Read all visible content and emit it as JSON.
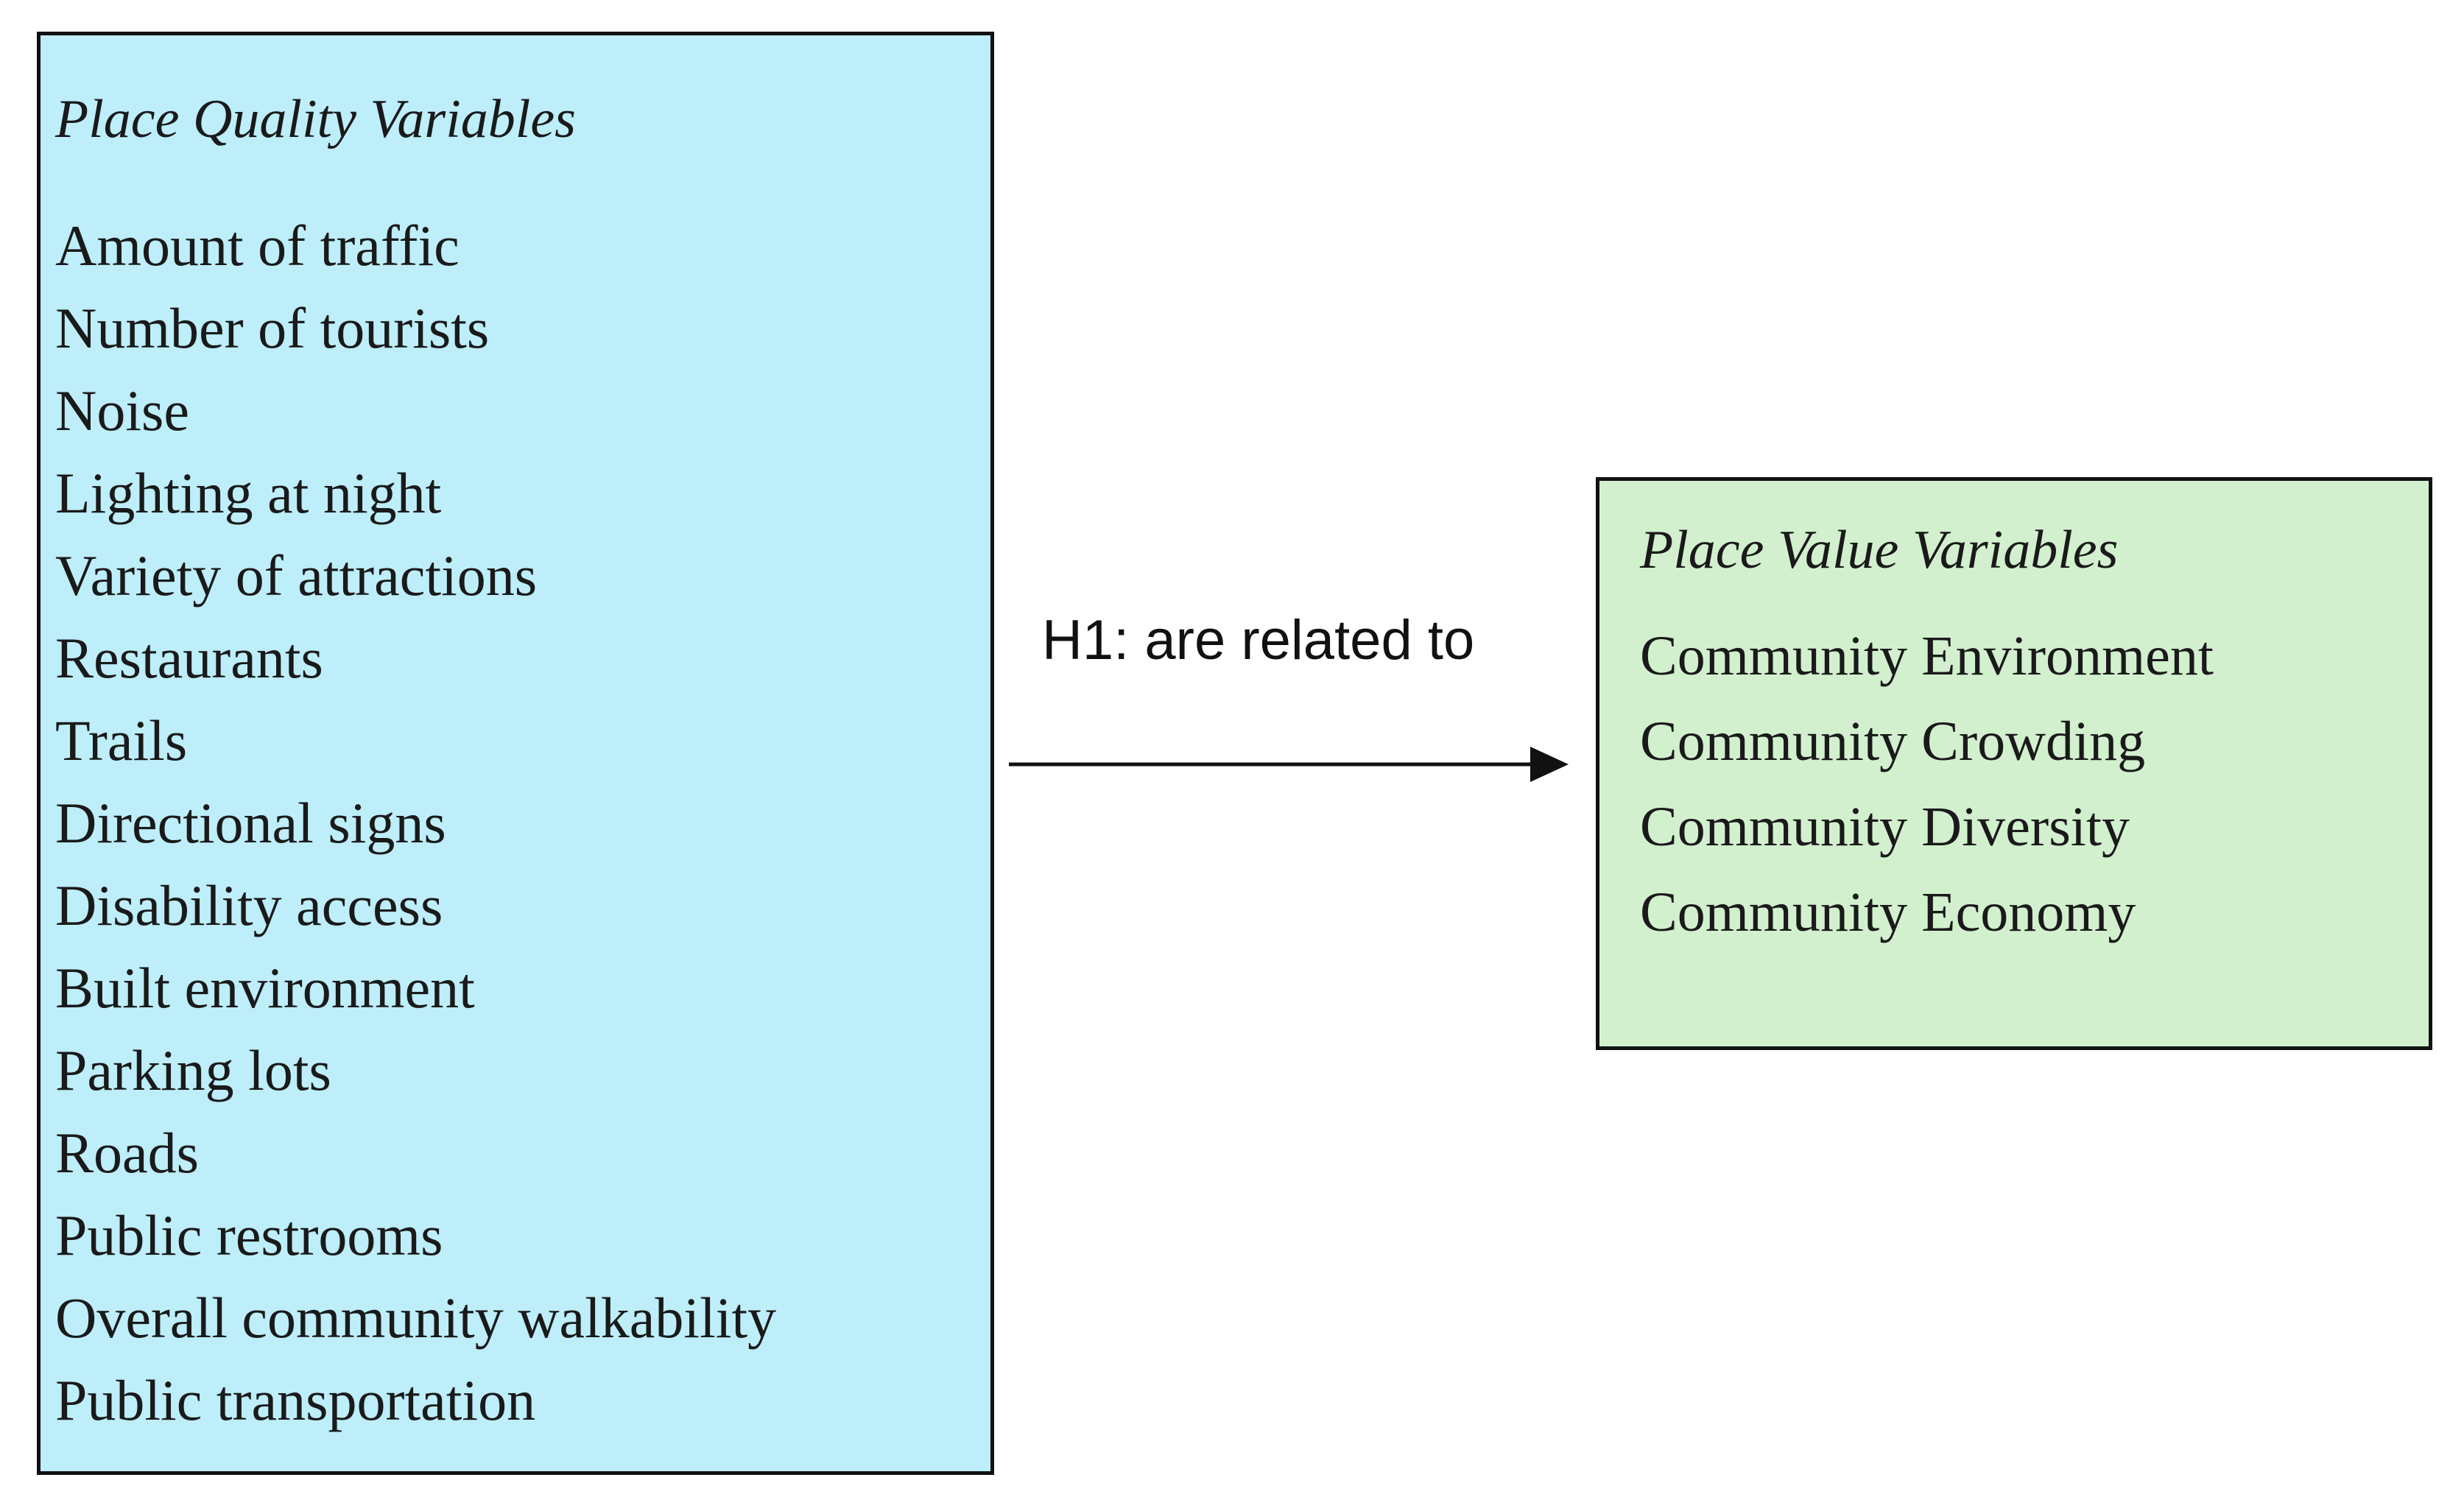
{
  "place_quality": {
    "title": "Place Quality Variables",
    "items": [
      "Amount of traffic",
      "Number of tourists",
      "Noise",
      "Lighting at night",
      "Variety of attractions",
      "Restaurants",
      "Trails",
      "Directional signs",
      "Disability access",
      "Built environment",
      "Parking lots",
      "Roads",
      "Public restrooms",
      "Overall community walkability",
      "Public transportation"
    ]
  },
  "relation": {
    "label": "H1: are related to"
  },
  "place_value": {
    "title": "Place Value Variables",
    "items": [
      "Community Environment",
      "Community Crowding",
      "Community Diversity",
      "Community Economy"
    ]
  },
  "colors": {
    "quality_box_fill": "#bdeefa",
    "value_box_fill": "#d2f0ce",
    "border": "#111111",
    "arrow": "#111111"
  }
}
